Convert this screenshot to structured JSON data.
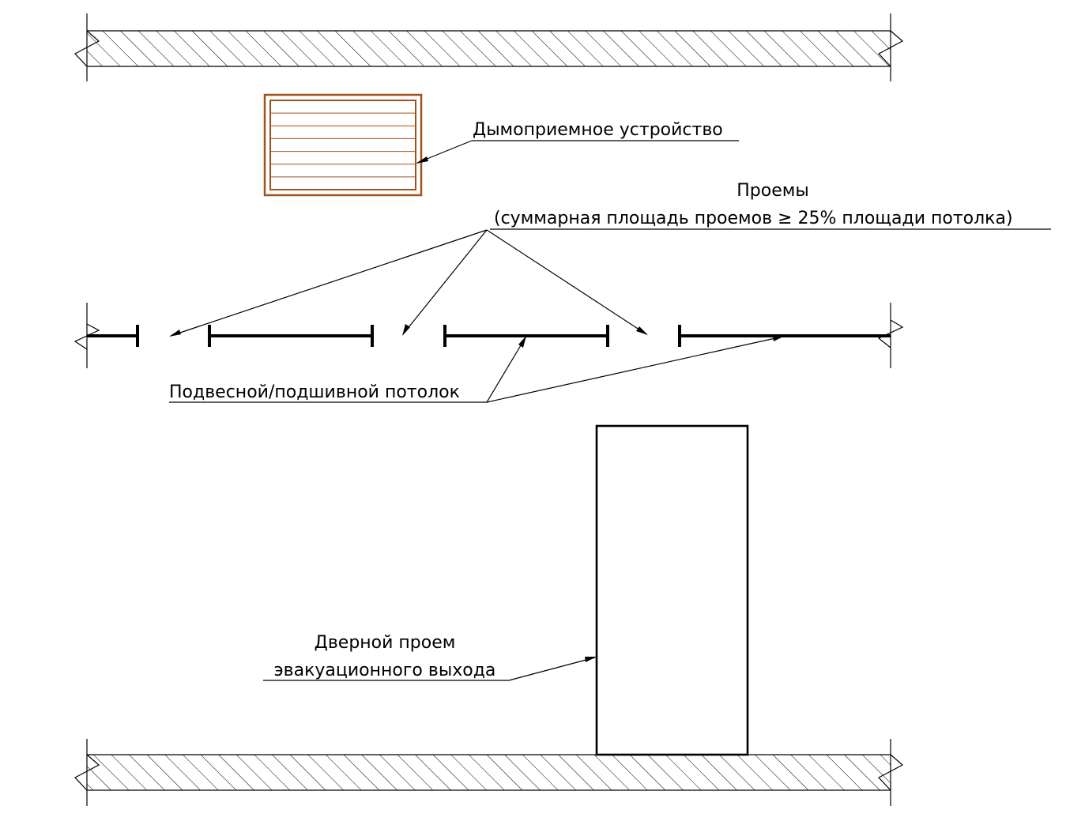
{
  "labels": {
    "smoke_intake": "Дымоприемное устройство",
    "openings_title": "Проемы",
    "openings_note": "(суммарная площадь проемов ≥ 25% площади потолка)",
    "ceiling": "Подвесной/подшивной потолок",
    "door_line1": "Дверной проем",
    "door_line2": "эвакуационного выхода"
  },
  "colors": {
    "line": "#000000",
    "smoke_device": "#a0521c",
    "background": "#ffffff"
  },
  "elements": {
    "top_slab": "hatched-slab",
    "bottom_slab": "hatched-slab",
    "smoke_device": "louvered-grille",
    "door": "door-opening"
  }
}
